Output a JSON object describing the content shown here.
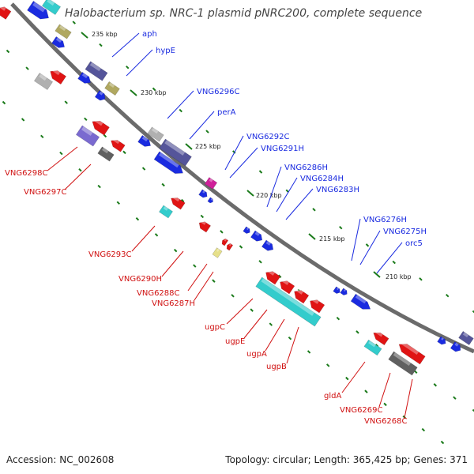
{
  "title": "Halobacterium sp. NRC-1 plasmid pNRC200, complete sequence",
  "footer": {
    "accession": "Accession: NC_002608",
    "topology": "Topology: circular; Length: 365,425 bp; Genes: 371"
  },
  "colors": {
    "backbone": "#6b6b6b",
    "forward_gene": "#1a2be0",
    "reverse_gene": "#e01414",
    "forward_label": "#1a2be0",
    "reverse_label": "#d01010",
    "tick": "#1a7a1a",
    "cyan": "#33cccc",
    "indigo": "#55559a",
    "grey": "#b0b0b0",
    "dark_grey": "#606060",
    "olive": "#b0a860",
    "magenta": "#d0209a",
    "lightyellow": "#e6e08a",
    "purple": "#7a6ad0"
  },
  "kbp_ticks": [
    "235 kbp",
    "230 kbp",
    "225 kbp",
    "220 kbp",
    "215 kbp",
    "210 kbp"
  ],
  "forward_labels": [
    "aph",
    "hypE",
    "VNG6296C",
    "perA",
    "VNG6292C",
    "VNG6291H",
    "VNG6286H",
    "VNG6284H",
    "VNG6283H",
    "VNG6276H",
    "VNG6275H",
    "orc5"
  ],
  "reverse_labels": [
    "VNG6298C",
    "VNG6297C",
    "VNG6293C",
    "VNG6290H",
    "VNG6288C",
    "VNG6287H",
    "ugpC",
    "ugpE",
    "ugpA",
    "ugpB",
    "gldA",
    "VNG6269C",
    "VNG6268C"
  ]
}
